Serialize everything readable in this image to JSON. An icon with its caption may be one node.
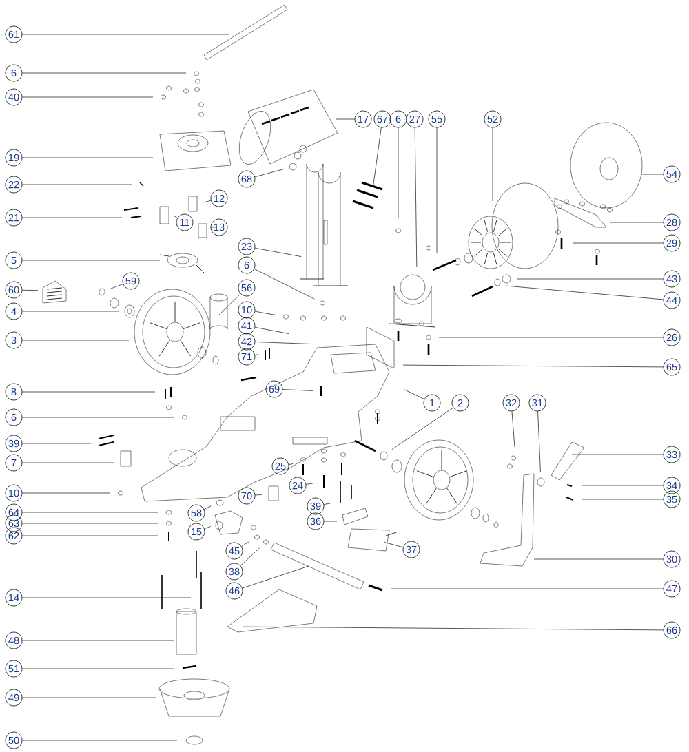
{
  "diagram": {
    "nodes": [
      {
        "text": [
          "61"
        ]
      },
      {
        "text": [
          "6"
        ]
      },
      {
        "text": [
          "40"
        ]
      },
      {
        "text": [
          "19"
        ]
      },
      {
        "text": [
          "22"
        ]
      },
      {
        "text": [
          "21"
        ]
      },
      {
        "text": [
          "5"
        ]
      },
      {
        "text": [
          "60"
        ]
      },
      {
        "text": [
          "4"
        ]
      },
      {
        "text": [
          "3"
        ]
      },
      {
        "text": [
          "8"
        ]
      },
      {
        "text": [
          "6"
        ]
      },
      {
        "text": [
          "39"
        ]
      },
      {
        "text": [
          "7"
        ]
      },
      {
        "text": [
          "10"
        ]
      },
      {
        "text": [
          "64"
        ]
      },
      {
        "text": [
          "63"
        ]
      },
      {
        "text": [
          "62"
        ]
      },
      {
        "text": [
          "14"
        ]
      },
      {
        "text": [
          "48"
        ]
      },
      {
        "text": [
          "51"
        ]
      },
      {
        "text": [
          "49"
        ]
      },
      {
        "text": [
          "50"
        ]
      },
      {
        "text": [
          "17"
        ]
      },
      {
        "text": [
          "67"
        ]
      },
      {
        "text": [
          "6"
        ]
      },
      {
        "text": [
          "27"
        ]
      },
      {
        "text": [
          "55"
        ]
      },
      {
        "text": [
          "52"
        ]
      },
      {
        "text": [
          "54"
        ]
      },
      {
        "text": [
          "68"
        ]
      },
      {
        "text": [
          "12"
        ]
      },
      {
        "text": [
          "11"
        ]
      },
      {
        "text": [
          "13"
        ]
      },
      {
        "text": [
          "28"
        ]
      },
      {
        "text": [
          "29"
        ]
      },
      {
        "text": [
          "23"
        ]
      },
      {
        "text": [
          "6"
        ]
      },
      {
        "text": [
          "59"
        ]
      },
      {
        "text": [
          "56"
        ]
      },
      {
        "text": [
          "10"
        ]
      },
      {
        "text": [
          "41"
        ]
      },
      {
        "text": [
          "42"
        ]
      },
      {
        "text": [
          "71"
        ]
      },
      {
        "text": [
          "43"
        ]
      },
      {
        "text": [
          "44"
        ]
      },
      {
        "text": [
          "26"
        ]
      },
      {
        "text": [
          "65"
        ]
      },
      {
        "text": [
          "69"
        ]
      },
      {
        "text": [
          "1"
        ]
      },
      {
        "text": [
          "2"
        ]
      },
      {
        "text": [
          "32"
        ]
      },
      {
        "text": [
          "31"
        ]
      },
      {
        "text": [
          "33"
        ]
      },
      {
        "text": [
          "34"
        ]
      },
      {
        "text": [
          "35"
        ]
      },
      {
        "text": [
          "25"
        ]
      },
      {
        "text": [
          "24"
        ]
      },
      {
        "text": [
          "70"
        ]
      },
      {
        "text": [
          "58"
        ]
      },
      {
        "text": [
          "39"
        ]
      },
      {
        "text": [
          "15"
        ]
      },
      {
        "text": [
          "36"
        ]
      },
      {
        "text": [
          "45"
        ]
      },
      {
        "text": [
          "37"
        ]
      },
      {
        "text": [
          "38"
        ]
      },
      {
        "text": [
          "30"
        ]
      },
      {
        "text": [
          "46"
        ]
      },
      {
        "text": [
          "47"
        ]
      },
      {
        "text": [
          "66"
        ]
      }
    ],
    "edges": [
      {
        "from": 0,
        "to": null,
        "arrow": "none"
      },
      {
        "from": 1,
        "to": null,
        "arrow": "none"
      },
      {
        "from": 2,
        "to": null,
        "arrow": "none"
      },
      {
        "from": 3,
        "to": null,
        "arrow": "none"
      },
      {
        "from": 4,
        "to": null,
        "arrow": "none"
      },
      {
        "from": 5,
        "to": null,
        "arrow": "none"
      },
      {
        "from": 6,
        "to": null,
        "arrow": "none"
      },
      {
        "from": 7,
        "to": null,
        "arrow": "none"
      },
      {
        "from": 8,
        "to": null,
        "arrow": "none"
      },
      {
        "from": 9,
        "to": null,
        "arrow": "none"
      },
      {
        "from": 10,
        "to": null,
        "arrow": "none"
      },
      {
        "from": 11,
        "to": null,
        "arrow": "none"
      },
      {
        "from": 12,
        "to": null,
        "arrow": "none"
      },
      {
        "from": 13,
        "to": null,
        "arrow": "none"
      },
      {
        "from": 14,
        "to": null,
        "arrow": "none"
      },
      {
        "from": 15,
        "to": null,
        "arrow": "none"
      },
      {
        "from": 16,
        "to": null,
        "arrow": "none"
      },
      {
        "from": 17,
        "to": null,
        "arrow": "none"
      },
      {
        "from": 18,
        "to": null,
        "arrow": "none"
      },
      {
        "from": 19,
        "to": null,
        "arrow": "none"
      },
      {
        "from": 20,
        "to": null,
        "arrow": "none"
      },
      {
        "from": 21,
        "to": null,
        "arrow": "none"
      },
      {
        "from": 22,
        "to": null,
        "arrow": "none"
      },
      {
        "from": 23,
        "to": null,
        "arrow": "none"
      },
      {
        "from": 24,
        "to": null,
        "arrow": "none"
      },
      {
        "from": 25,
        "to": null,
        "arrow": "none"
      },
      {
        "from": 26,
        "to": null,
        "arrow": "none"
      },
      {
        "from": 27,
        "to": null,
        "arrow": "none"
      },
      {
        "from": 28,
        "to": null,
        "arrow": "none"
      },
      {
        "from": 29,
        "to": null,
        "arrow": "none"
      },
      {
        "from": 30,
        "to": null,
        "arrow": "none"
      },
      {
        "from": 31,
        "to": null,
        "arrow": "none"
      },
      {
        "from": 32,
        "to": null,
        "arrow": "none"
      },
      {
        "from": 33,
        "to": null,
        "arrow": "none"
      },
      {
        "from": 34,
        "to": null,
        "arrow": "none"
      },
      {
        "from": 35,
        "to": null,
        "arrow": "none"
      },
      {
        "from": 36,
        "to": null,
        "arrow": "none"
      },
      {
        "from": 37,
        "to": null,
        "arrow": "none"
      },
      {
        "from": 38,
        "to": null,
        "arrow": "none"
      },
      {
        "from": 39,
        "to": null,
        "arrow": "none"
      },
      {
        "from": 40,
        "to": null,
        "arrow": "none"
      },
      {
        "from": 41,
        "to": null,
        "arrow": "none"
      },
      {
        "from": 42,
        "to": null,
        "arrow": "none"
      },
      {
        "from": 43,
        "to": null,
        "arrow": "none"
      },
      {
        "from": 44,
        "to": null,
        "arrow": "none"
      },
      {
        "from": 45,
        "to": null,
        "arrow": "none"
      },
      {
        "from": 46,
        "to": null,
        "arrow": "none"
      },
      {
        "from": 47,
        "to": null,
        "arrow": "none"
      },
      {
        "from": 48,
        "to": null,
        "arrow": "none"
      },
      {
        "from": 49,
        "to": null,
        "arrow": "none"
      },
      {
        "from": 50,
        "to": null,
        "arrow": "none"
      },
      {
        "from": 51,
        "to": null,
        "arrow": "none"
      },
      {
        "from": 52,
        "to": null,
        "arrow": "none"
      },
      {
        "from": 53,
        "to": null,
        "arrow": "none"
      },
      {
        "from": 54,
        "to": null,
        "arrow": "none"
      },
      {
        "from": 55,
        "to": null,
        "arrow": "none"
      },
      {
        "from": 56,
        "to": null,
        "arrow": "none"
      },
      {
        "from": 57,
        "to": null,
        "arrow": "none"
      },
      {
        "from": 58,
        "to": null,
        "arrow": "none"
      },
      {
        "from": 59,
        "to": null,
        "arrow": "none"
      },
      {
        "from": 60,
        "to": null,
        "arrow": "none"
      },
      {
        "from": 61,
        "to": null,
        "arrow": "none"
      },
      {
        "from": 62,
        "to": null,
        "arrow": "none"
      },
      {
        "from": 63,
        "to": null,
        "arrow": "none"
      },
      {
        "from": 64,
        "to": null,
        "arrow": "none"
      },
      {
        "from": 65,
        "to": null,
        "arrow": "none"
      },
      {
        "from": 66,
        "to": null,
        "arrow": "none"
      },
      {
        "from": 67,
        "to": null,
        "arrow": "none"
      },
      {
        "from": 68,
        "to": null,
        "arrow": "none"
      },
      {
        "from": 69,
        "to": null,
        "arrow": "none"
      }
    ]
  }
}
